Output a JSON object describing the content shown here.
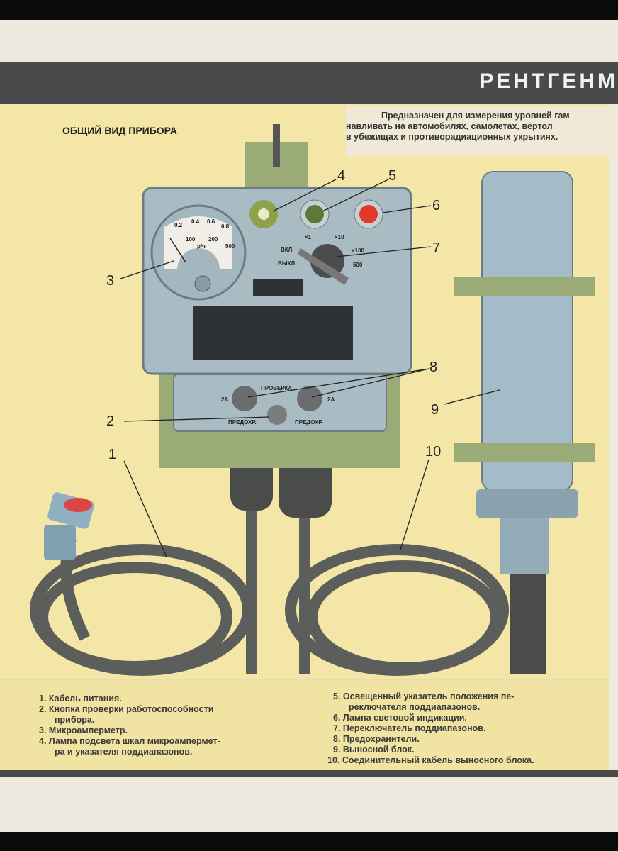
{
  "header": {
    "title": "РЕНТГЕНМ"
  },
  "description": [
    "Предназначен для измерения уровней гам",
    "навливать на автомобилях, самолетах, вертол",
    "в убежищах и противорадиационных укрытиях."
  ],
  "subtitle": "ОБЩИЙ ВИД ПРИБОРА",
  "callouts": [
    "1",
    "2",
    "3",
    "4",
    "5",
    "6",
    "7",
    "8",
    "9",
    "10"
  ],
  "meter": {
    "top_scale": [
      "0.2",
      "0.4",
      "0.6",
      "0.8"
    ],
    "bottom_scale": [
      "100",
      "200",
      "500"
    ],
    "unit": "р/ч"
  },
  "switch": {
    "on": "ВКЛ.",
    "off": "ВЫКЛ.",
    "ranges": [
      "×1",
      "×10",
      "×100",
      "500"
    ]
  },
  "fuse_block": {
    "test": "ПРОВЕРКА",
    "fuse_left": "2А",
    "fuse_right": "2А",
    "fuse_label_left": "ПРЕДОХР.",
    "fuse_label_right": "ПРЕДОХР."
  },
  "legend_left": [
    "1. Кабель питания.",
    "2. Кнопка проверки работоспособности",
    "прибора.",
    "3. Микроамперметр.",
    "4. Лампа подсвета шкал микроампермет-",
    "ра и указателя поддиапазонов."
  ],
  "legend_right": [
    "5. Освещенный указатель положения пе-",
    "реключателя поддиапазонов.",
    "6. Лампа световой индикации.",
    "7. Переключатель поддиапазонов.",
    "8. Предохранители.",
    "9. Выносной блок.",
    "10. Соединительный кабель выносного блока."
  ]
}
